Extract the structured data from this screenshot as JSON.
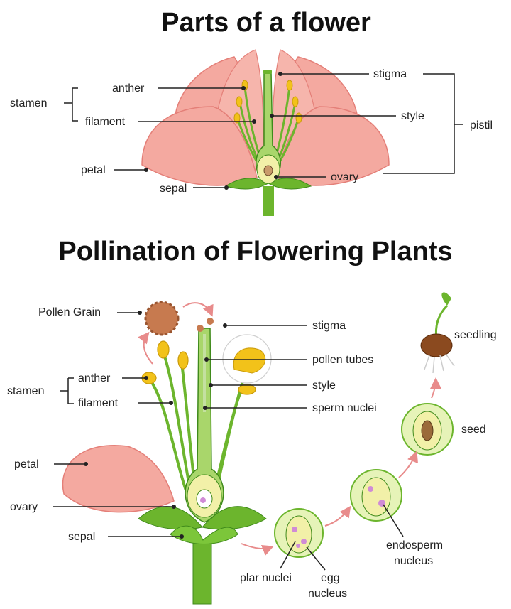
{
  "titles": {
    "top": "Parts of a flower",
    "bottom": "Pollination of Flowering Plants"
  },
  "parts_of_flower": {
    "stamen": "stamen",
    "anther": "anther",
    "filament": "filament",
    "petal": "petal",
    "sepal": "sepal",
    "stigma": "stigma",
    "style": "style",
    "ovary": "ovary",
    "pistil": "pistil"
  },
  "pollination": {
    "pollen_grain": "Pollen Grain",
    "stamen": "stamen",
    "anther": "anther",
    "filament": "filament",
    "petal": "petal",
    "ovary": "ovary",
    "sepal": "sepal",
    "stigma": "stigma",
    "pollen_tubes": "pollen tubes",
    "style": "style",
    "sperm_nuclei": "sperm nuclei",
    "seedling": "seedling",
    "seed": "seed",
    "endosperm_line1": "endosperm",
    "endosperm_line2": "nucleus",
    "plar_nuclei": "plar nuclei",
    "egg_line1": "egg",
    "egg_line2": "nucleus"
  },
  "colors": {
    "petal": "#f4a9a0",
    "petal_edge": "#e47f78",
    "stem": "#6cb52d",
    "stem_dark": "#3f8a1b",
    "ovary": "#f2f0a8",
    "anther": "#f2c21a",
    "pollen": "#c77a4f",
    "arrow": "#e88b8b"
  }
}
